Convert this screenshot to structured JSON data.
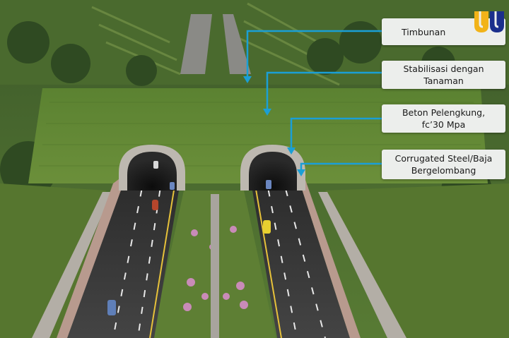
{
  "callouts": [
    {
      "id": "timbunan",
      "lines": [
        "Timbunan"
      ]
    },
    {
      "id": "stabilisasi",
      "lines": [
        "Stabilisasi dengan",
        "Tanaman"
      ]
    },
    {
      "id": "beton",
      "lines": [
        "Beton Pelengkung,",
        "fc’30 Mpa"
      ]
    },
    {
      "id": "corrugated",
      "lines": [
        "Corrugated Steel/Baja",
        "Bergelombang"
      ]
    }
  ],
  "colors": {
    "leader_line": "#1a9fd6",
    "callout_bg": "#eceeec",
    "logo_gold": "#f2b318",
    "logo_blue": "#1b2f8c",
    "grass": "#5c7d35",
    "road": "#3a3a3a"
  },
  "logo": {
    "icon": "ministry-logo-icon"
  }
}
